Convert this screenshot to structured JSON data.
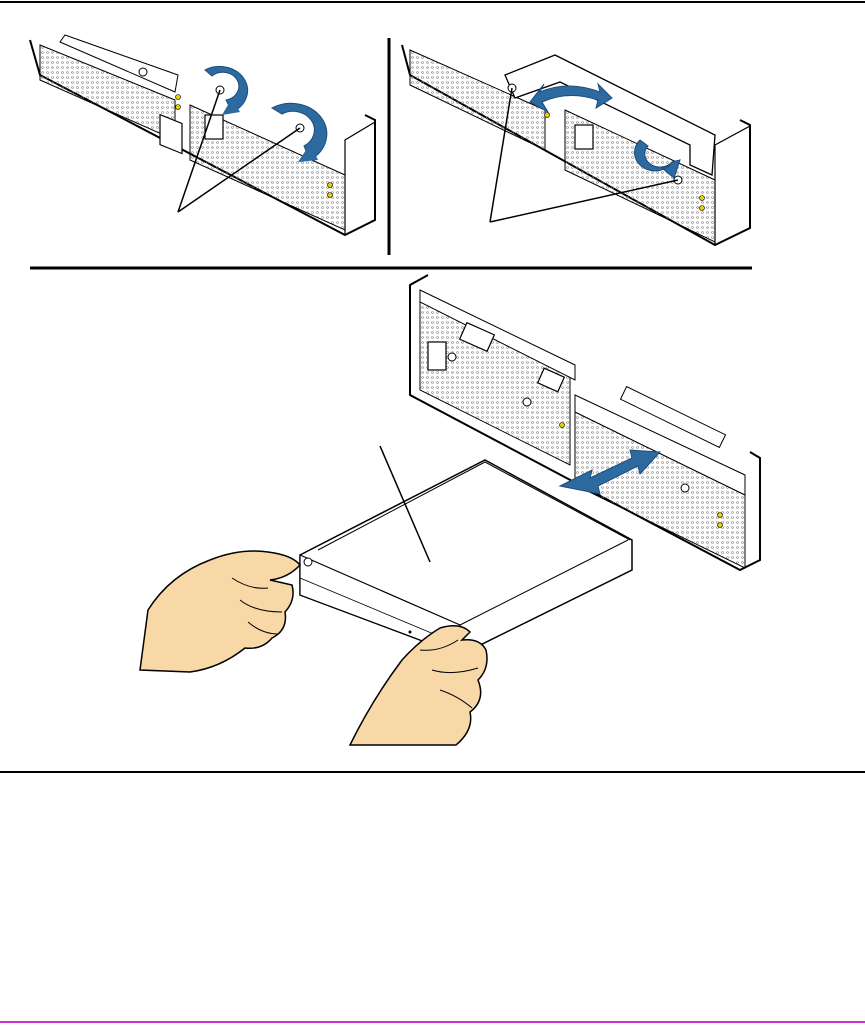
{
  "figure": {
    "panels": [
      {
        "id": "panel-release-thumbscrews",
        "arrow": "rotate-counterclockwise"
      },
      {
        "id": "panel-swing-handle",
        "arrow": "swing-open"
      },
      {
        "id": "panel-slide-out-canister",
        "arrow": "slide-in-out"
      }
    ],
    "colors": {
      "line": "#000000",
      "arrow": "#2c6aa0",
      "arrow_dark": "#1c4d7c",
      "skin": "#f7d8a6",
      "led": "#e8d200",
      "bottom_rule": "#cc33cc",
      "panel_fill": "#ffffff",
      "mesh": "#6b6b6b"
    },
    "icons": [
      "rotate-arrow-icon",
      "swing-arrow-icon",
      "slide-arrow-icon",
      "hand-icon"
    ]
  }
}
